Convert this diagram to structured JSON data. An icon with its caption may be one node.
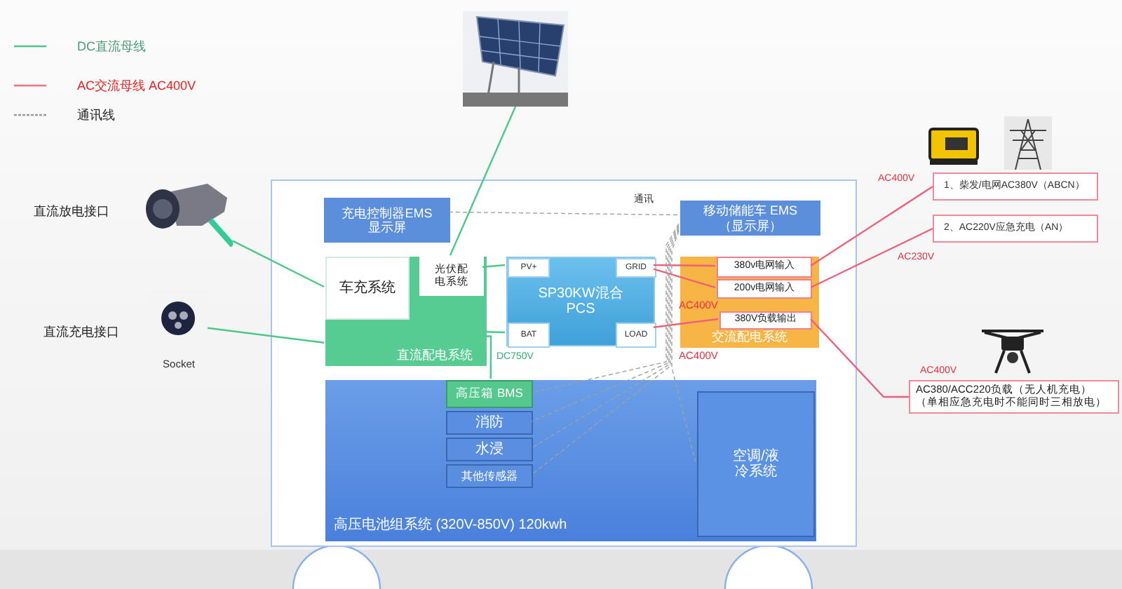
{
  "diagram": {
    "nodes": [
      {
        "text": [],
        "shape": "box"
      },
      {
        "text": [
          "充电控制器EMS 显示屏"
        ],
        "in": 0
      },
      {
        "text": [
          "移动储能车 EMS（显示屏）"
        ],
        "in": 0
      },
      {
        "text": [
          "直流配电系统"
        ],
        "in": 0
      },
      {
        "text": [
          "车充系统"
        ],
        "in": 3
      },
      {
        "text": [
          "光伏配电系统"
        ],
        "in": 3
      },
      {
        "text": [
          "SP30KW混合 PCS"
        ],
        "in": 0
      },
      {
        "text": [
          "PV+"
        ],
        "in": 6
      },
      {
        "text": [
          "GRID"
        ],
        "in": 6
      },
      {
        "text": [
          "BAT"
        ],
        "in": 6
      },
      {
        "text": [
          "LOAD"
        ],
        "in": 6
      },
      {
        "text": [
          "交流配电系统"
        ],
        "in": 0
      },
      {
        "text": [
          "380v电网输入"
        ],
        "in": 11
      },
      {
        "text": [
          "200v电网输入"
        ],
        "in": 11
      },
      {
        "text": [
          "380V负载输出"
        ],
        "in": 11
      },
      {
        "text": [
          "高压电池组系统 (320V-850V) 120kwh"
        ],
        "in": 0
      },
      {
        "text": [
          "高压箱 BMS"
        ],
        "in": 15
      },
      {
        "text": [
          "消防"
        ],
        "in": 15
      },
      {
        "text": [
          "水浸"
        ],
        "in": 15
      },
      {
        "text": [
          "其他传感器"
        ],
        "in": 15
      },
      {
        "text": [
          "空调/液冷系统"
        ],
        "in": 15
      },
      {
        "text": [],
        "shape": "picture"
      },
      {
        "text": [],
        "shape": "picture",
        "beside": [
          "直流放电接口"
        ]
      },
      {
        "text": [
          "Socket"
        ],
        "beside": [
          "直流充电接口"
        ]
      },
      {
        "text": [],
        "shape": "picture"
      },
      {
        "text": [],
        "shape": "picture"
      },
      {
        "text": [
          "1、柴发/电网AC380V（ABCN）"
        ]
      },
      {
        "text": [
          "2、AC220V应急充电（AN）"
        ]
      },
      {
        "text": [],
        "shape": "picture"
      },
      {
        "text": [
          "AC380/ACC220负载（无人机充电）（单相应急充电时不能同时三相放电）"
        ]
      }
    ],
    "edges": [
      {
        "from": 21,
        "to": 5,
        "arrow": "none",
        "color": "#4cc98a"
      },
      {
        "from": 22,
        "to": 4,
        "arrow": "none",
        "color": "#4cc98a"
      },
      {
        "from": 23,
        "to": 3,
        "arrow": "none",
        "color": "#4cc98a"
      },
      {
        "from": 5,
        "to": 7,
        "arrow": "none",
        "color": "#4cc98a"
      },
      {
        "from": 3,
        "to": 9,
        "arrow": "none",
        "color": "#4cc98a"
      },
      {
        "from": 3,
        "to": 16,
        "arrow": "none",
        "color": "#4cc98a"
      },
      {
        "from": 8,
        "to": 12,
        "arrow": "none",
        "color": "#f0607a"
      },
      {
        "from": 8,
        "to": 13,
        "arrow": "none",
        "color": "#f0607a"
      },
      {
        "from": 10,
        "to": 14,
        "arrow": "none",
        "color": "#f0607a"
      },
      {
        "from": 12,
        "to": 26,
        "arrow": "none",
        "color": "#f0607a"
      },
      {
        "from": 13,
        "to": 27,
        "arrow": "none",
        "color": "#f0607a"
      },
      {
        "from": 14,
        "to": 29,
        "arrow": "none",
        "color": "#f0607a"
      },
      {
        "from": 2,
        "to": 16,
        "arrow": "none",
        "style": "dashed",
        "color": "#a0a0a0"
      },
      {
        "from": 2,
        "to": 17,
        "arrow": "none",
        "style": "dashed",
        "color": "#a0a0a0"
      },
      {
        "from": 2,
        "to": 18,
        "arrow": "none",
        "style": "dashed",
        "color": "#a0a0a0"
      },
      {
        "from": 2,
        "to": 19,
        "arrow": "none",
        "style": "dashed",
        "color": "#a0a0a0"
      },
      {
        "from": 2,
        "to": 20,
        "arrow": "none",
        "style": "dashed",
        "color": "#a0a0a0"
      },
      {
        "from": 1,
        "to": 2,
        "arrow": "none",
        "style": "dashed",
        "color": "#a0a0a0"
      }
    ],
    "labels": [
      "通讯",
      "DC750V",
      "AC400V",
      "AC400V",
      "AC400V",
      "AC230V",
      "AC400V"
    ],
    "legend": [
      {
        "text": "DC直流母线"
      },
      {
        "text": "AC交流母线 AC400V"
      },
      {
        "text": "通讯线"
      }
    ]
  }
}
